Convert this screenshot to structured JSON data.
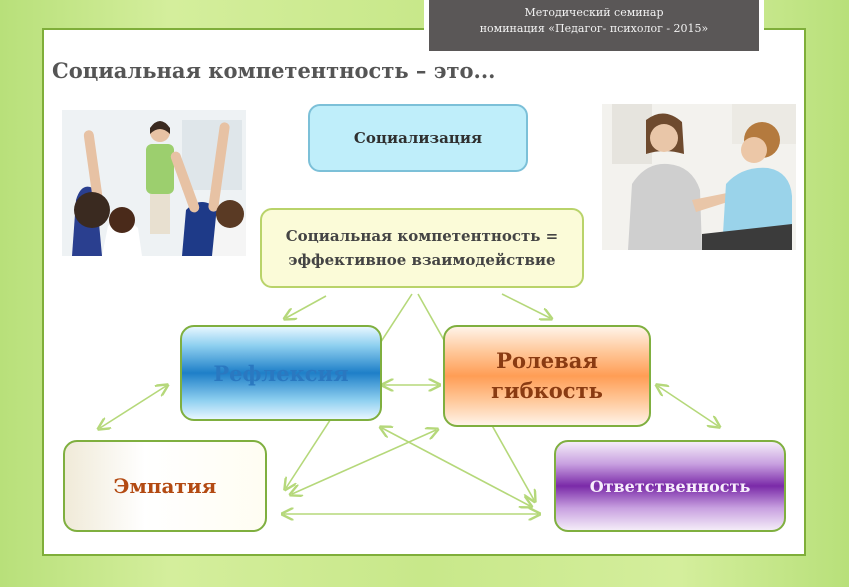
{
  "header": {
    "line1": "Методический семинар",
    "line2": "номинация  «Педагог- психолог - 2015»"
  },
  "title": "Социальная компетентность – это...",
  "nodes": {
    "socialization": "Социализация",
    "competence_line1": "Социальная компетентность =",
    "competence_line2": "эффективное взаимодействие",
    "reflexion": "Рефлексия",
    "role_line1": "Ролевая",
    "role_line2": "гибкость",
    "empathy": "Эмпатия",
    "responsibility": "Ответственность"
  },
  "colors": {
    "slide_border": "#7fae3a",
    "arrow": "#b5d87a",
    "background": "#c8e88a"
  },
  "icons": {
    "left_photo": "classroom-photo",
    "right_photo": "counseling-photo"
  }
}
